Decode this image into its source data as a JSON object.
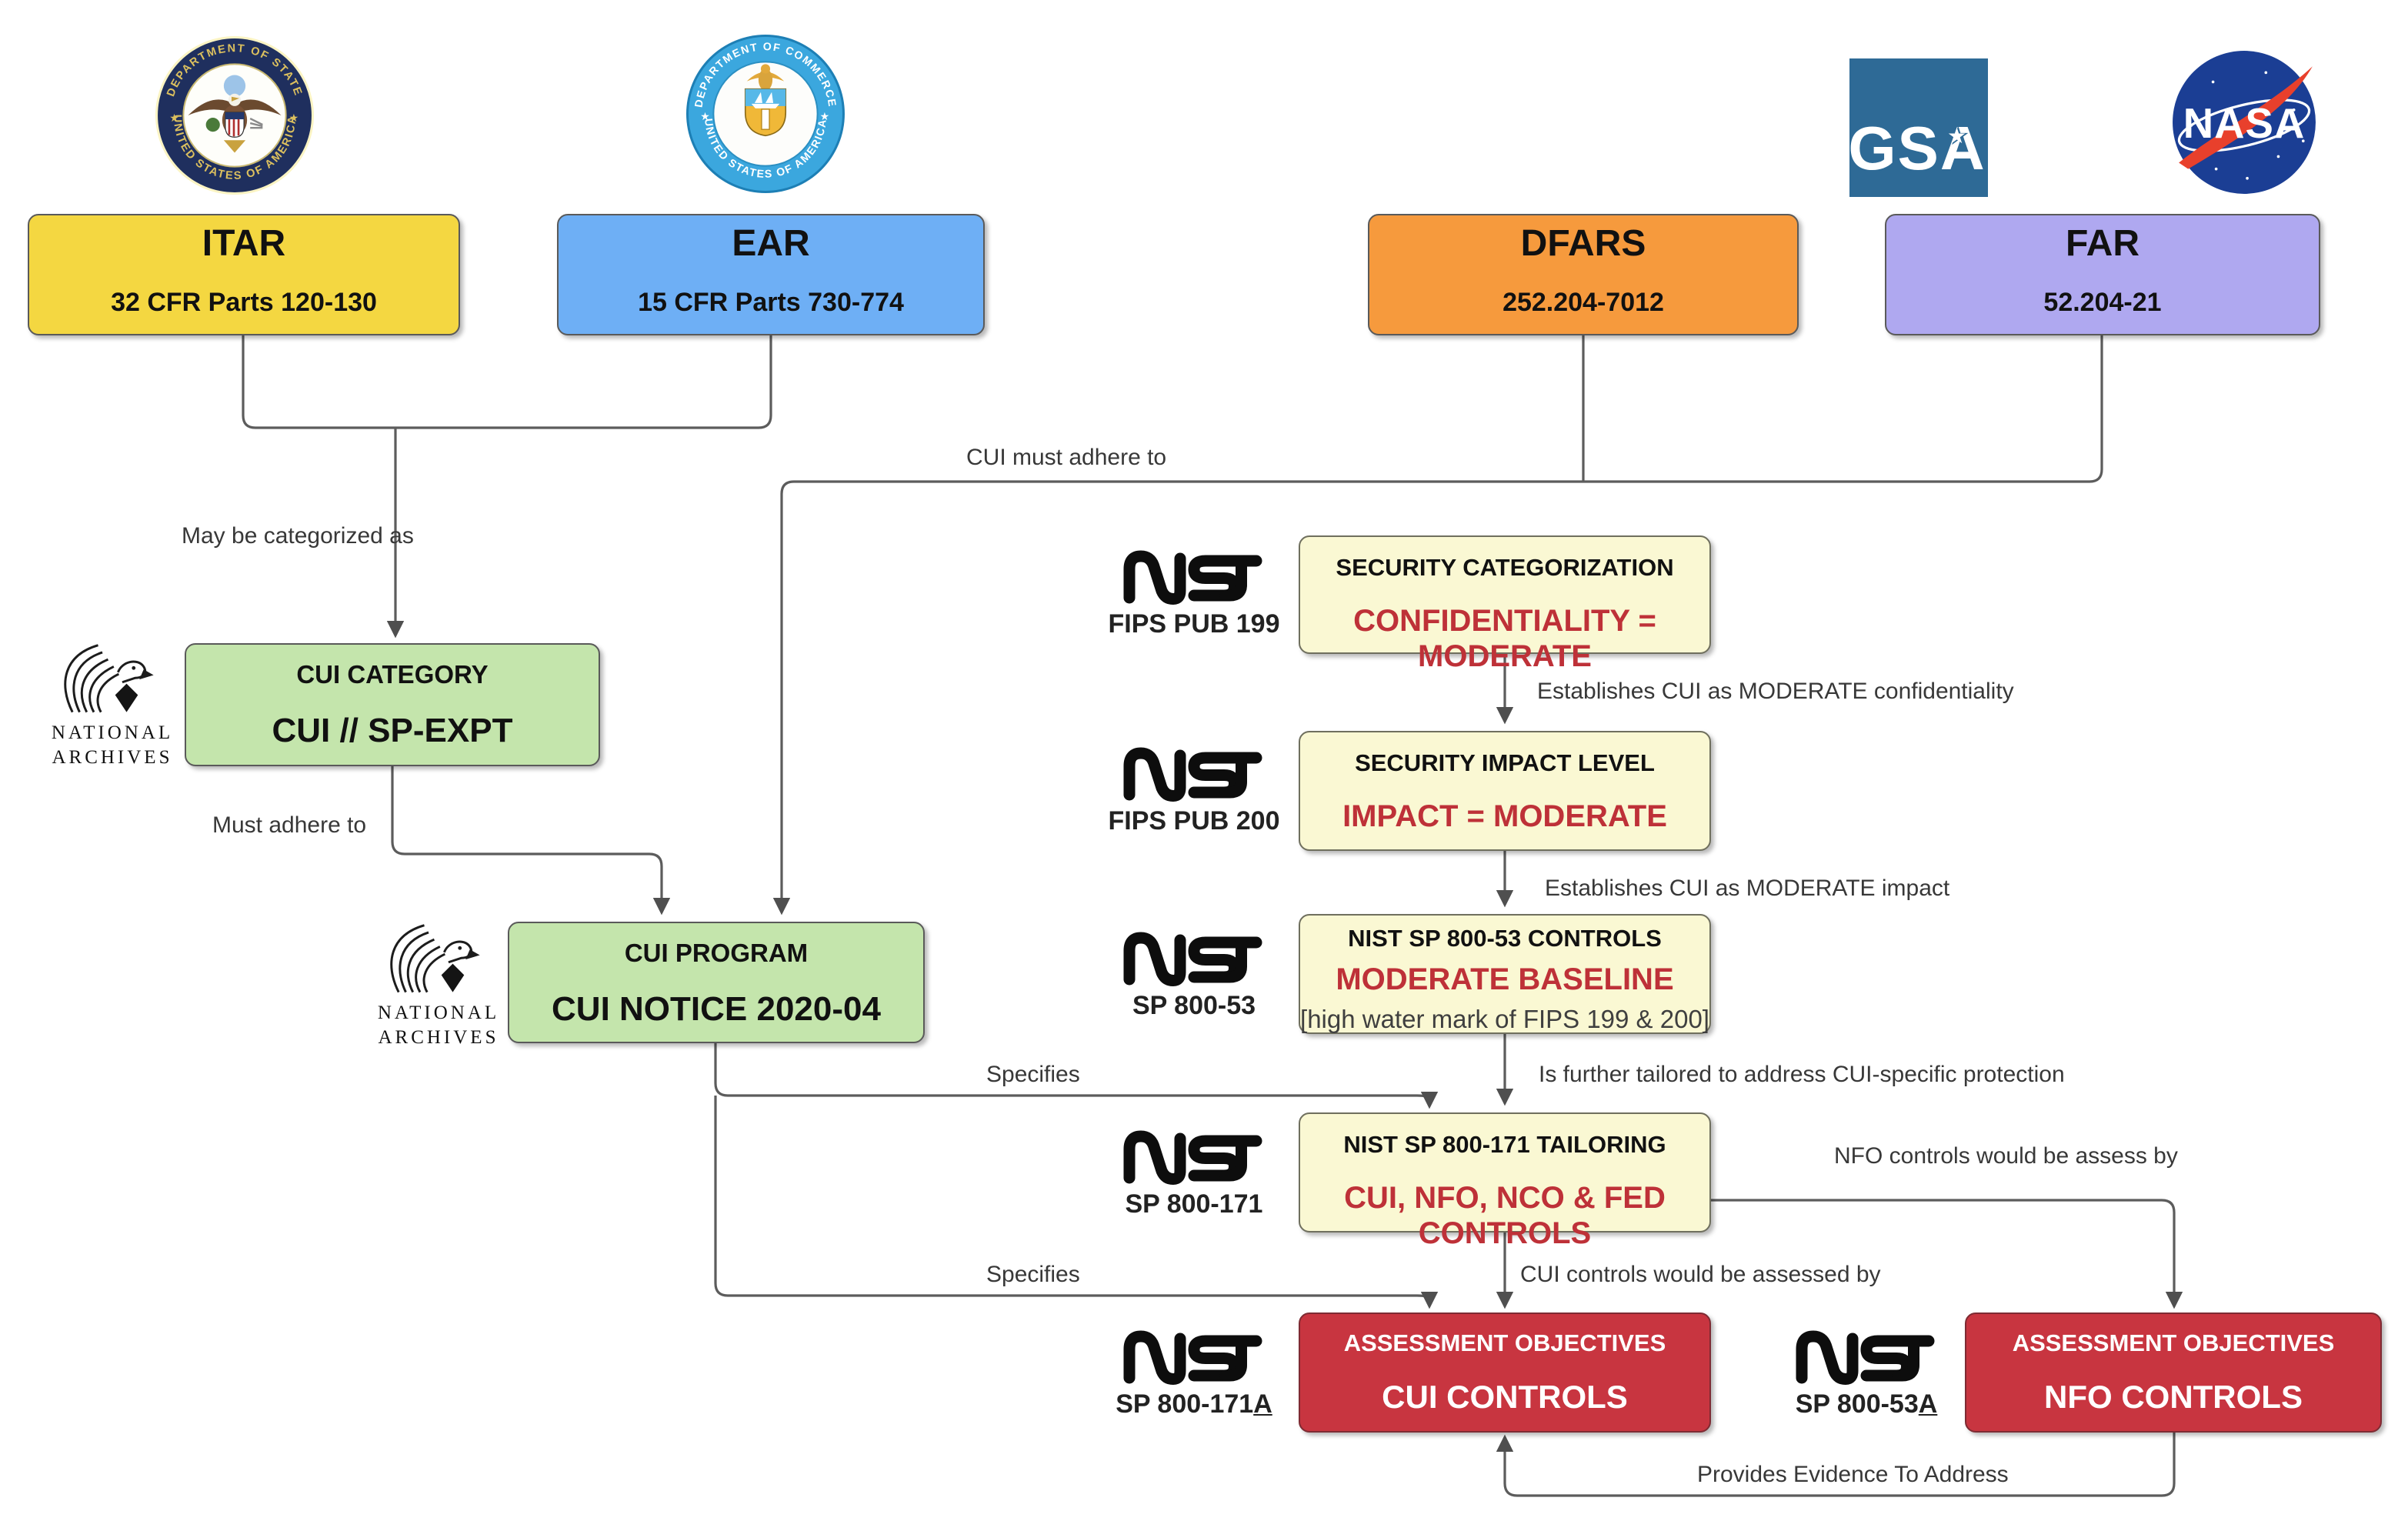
{
  "palette": {
    "itar_fill": "#F4D741",
    "ear_fill": "#6EAFF5",
    "dfars_fill": "#F69A3D",
    "far_fill": "#AFA8F0",
    "green_fill": "#C4E5AC",
    "cream_fill": "#FAF8D3",
    "red_fill": "#C83540",
    "red_value_text": "#BE3138",
    "line": "#5C5C5C",
    "label_text": "#383838",
    "gsa_blue": "#2E6A96",
    "nasa_blue": "#1B3E94",
    "nasa_red": "#E8402C",
    "state_navy": "#1F2F5E",
    "commerce_blue": "#3BA7DE"
  },
  "logos": {
    "state_seal": {
      "name": "us-department-of-state-seal",
      "ring_top": "DEPARTMENT OF STATE",
      "ring_bottom": "UNITED STATES OF AMERICA"
    },
    "commerce_seal": {
      "name": "us-department-of-commerce-seal",
      "ring_top": "DEPARTMENT OF COMMERCE",
      "ring_bottom": "UNITED STATES OF AMERICA"
    },
    "gsa": {
      "text": "GSA"
    },
    "nasa": {
      "text": "NASA"
    },
    "archives": {
      "line1": "NATIONAL",
      "line2": "ARCHIVES"
    },
    "nist": {
      "text": "NIST"
    }
  },
  "nodes": {
    "itar": {
      "title": "ITAR",
      "subtitle": "32 CFR Parts 120-130"
    },
    "ear": {
      "title": "EAR",
      "subtitle": "15 CFR Parts 730-774"
    },
    "dfars": {
      "title": "DFARS",
      "subtitle": "252.204-7012"
    },
    "far": {
      "title": "FAR",
      "subtitle": "52.204-21"
    },
    "cui_category": {
      "title": "CUI CATEGORY",
      "value": "CUI // SP-EXPT"
    },
    "cui_program": {
      "title": "CUI PROGRAM",
      "value": "CUI NOTICE 2020-04"
    },
    "security_categorization": {
      "title": "SECURITY CATEGORIZATION",
      "value": "CONFIDENTIALITY = MODERATE"
    },
    "security_impact": {
      "title": "SECURITY IMPACT LEVEL",
      "value": "IMPACT = MODERATE"
    },
    "sp80053_controls": {
      "title": "NIST SP 800-53 CONTROLS",
      "value": "MODERATE BASELINE",
      "note": "[high water mark of FIPS 199 & 200]"
    },
    "sp800171_tailoring": {
      "title": "NIST SP 800-171 TAILORING",
      "value": "CUI, NFO, NCO & FED CONTROLS"
    },
    "ao_cui": {
      "title": "ASSESSMENT OBJECTIVES",
      "value": "CUI CONTROLS"
    },
    "ao_nfo": {
      "title": "ASSESSMENT OBJECTIVES",
      "value": "NFO CONTROLS"
    }
  },
  "nist_refs": {
    "fips199": "FIPS PUB 199",
    "fips200": "FIPS PUB 200",
    "sp80053": "SP 800-53",
    "sp800171": "SP 800-171",
    "sp800171a": {
      "prefix": "SP 800-171",
      "suffix": "A"
    },
    "sp80053a": {
      "prefix": "SP 800-53",
      "suffix": "A"
    }
  },
  "edge_labels": {
    "may_categorized": "May be categorized as",
    "cui_must_adhere": "CUI must adhere to",
    "must_adhere": "Must adhere to",
    "est_confidentiality": "Establishes CUI as MODERATE confidentiality",
    "est_impact": "Establishes CUI as MODERATE impact",
    "further_tailored": "Is further tailored to address CUI-specific protection",
    "specifies_1": "Specifies",
    "specifies_2": "Specifies",
    "nfo_assess": "NFO controls would be assess by",
    "cui_assessed": "CUI controls would be assessed by",
    "provides_evidence": "Provides Evidence To Address"
  }
}
